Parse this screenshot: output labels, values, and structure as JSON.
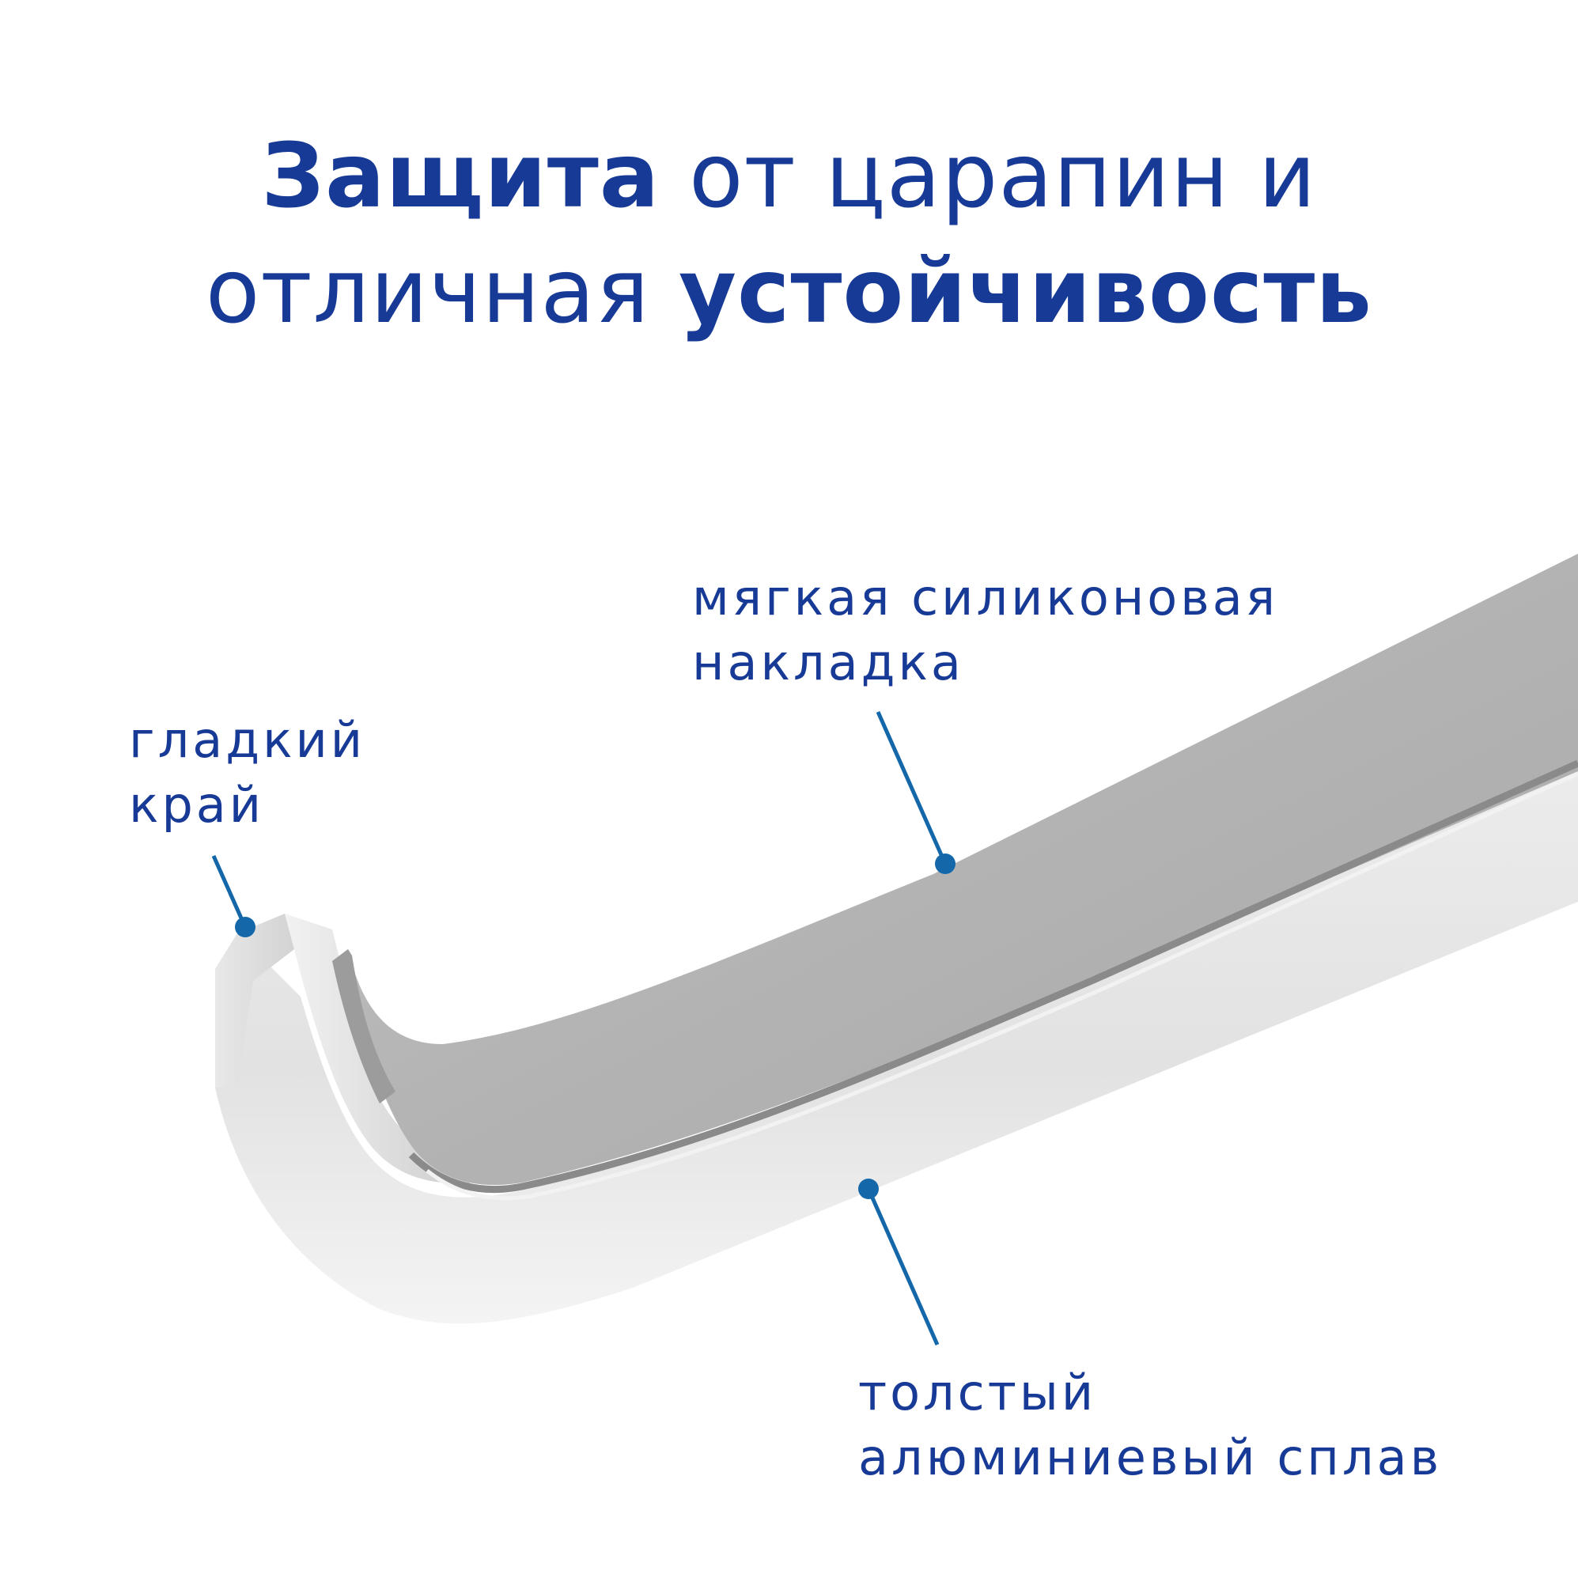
{
  "headline": {
    "line1_bold": "Защита",
    "line1_regular": " от царапин и",
    "line2_regular": "отличная ",
    "line2_bold": "устойчивость"
  },
  "callouts": {
    "silicone": {
      "line1": "мягкая силиконовая",
      "line2": "накладка"
    },
    "edge": {
      "line1": "гладкий",
      "line2": "край"
    },
    "alloy": {
      "line1": "толстый",
      "line2": "алюминиевый сплав"
    }
  },
  "colors": {
    "brand_blue": "#173a96",
    "pointer_blue": "#1467a8",
    "silicone_gray": "#b0b0b0",
    "alloy_silver": "#e4e4e4"
  }
}
